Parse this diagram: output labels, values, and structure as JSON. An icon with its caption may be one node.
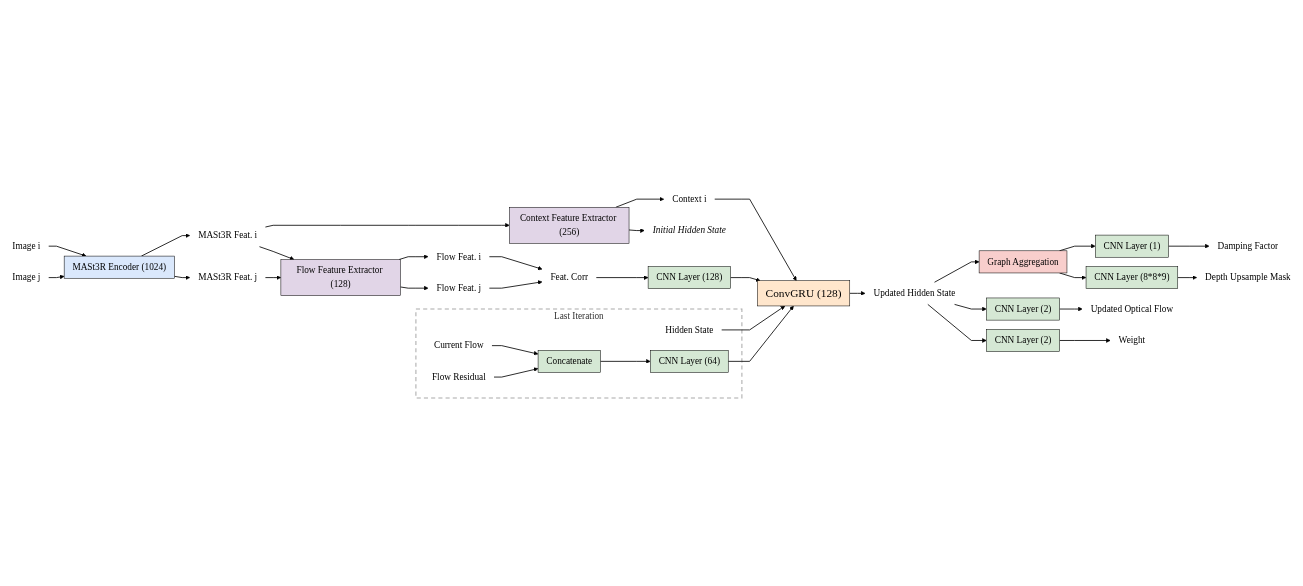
{
  "diagram": {
    "nodes": [
      {
        "text": [
          "Image i"
        ]
      },
      {
        "text": [
          "Image j"
        ]
      },
      {
        "text": [
          "MASt3R Encoder (1024)"
        ]
      },
      {
        "text": [
          "MASt3R Feat. i"
        ]
      },
      {
        "text": [
          "MASt3R Feat. j"
        ]
      },
      {
        "text": [
          "Context Feature Extractor (256)"
        ]
      },
      {
        "text": [
          "Flow Feature Extractor (128)"
        ]
      },
      {
        "text": [
          "Initial Hidden State"
        ]
      },
      {
        "text": [
          "Context i"
        ]
      },
      {
        "text": [
          "Flow Feat. i"
        ]
      },
      {
        "text": [
          "Flow Feat. j"
        ]
      },
      {
        "text": [
          "Feat. Corr"
        ]
      },
      {
        "text": [
          "CNN Layer (128)"
        ]
      },
      {
        "text": [
          "ConvGRU (128)"
        ]
      },
      {
        "text": [
          "Last Iteration"
        ]
      },
      {
        "text": [
          "Hidden State"
        ],
        "in": 14
      },
      {
        "text": [
          "Current Flow"
        ],
        "in": 14
      },
      {
        "text": [
          "Flow Residual"
        ],
        "in": 14
      },
      {
        "text": [
          "Concatenate"
        ],
        "in": 14
      },
      {
        "text": [
          "CNN Layer (64)"
        ],
        "in": 14
      },
      {
        "text": [
          "Updated Hidden State"
        ]
      },
      {
        "text": [
          "CNN Layer (2)"
        ]
      },
      {
        "text": [
          "CNN Layer (2)"
        ]
      },
      {
        "text": [
          "Graph Aggregation"
        ]
      },
      {
        "text": [
          "CNN Layer (1)"
        ]
      },
      {
        "text": [
          "CNN Layer (8*8*9)"
        ]
      },
      {
        "text": [
          "Updated Optical Flow"
        ]
      },
      {
        "text": [
          "Weight"
        ]
      },
      {
        "text": [
          "Damping Factor"
        ]
      },
      {
        "text": [
          "Depth Upsample Mask"
        ]
      }
    ],
    "edges": [
      {
        "from": 0,
        "to": 2,
        "arrow": "to"
      },
      {
        "from": 1,
        "to": 2,
        "arrow": "to"
      },
      {
        "from": 2,
        "to": 3,
        "arrow": "to"
      },
      {
        "from": 2,
        "to": 4,
        "arrow": "to"
      },
      {
        "from": 3,
        "to": 5,
        "arrow": "to"
      },
      {
        "from": 3,
        "to": 6,
        "arrow": "to"
      },
      {
        "from": 4,
        "to": 6,
        "arrow": "to"
      },
      {
        "from": 5,
        "to": 7,
        "arrow": "to"
      },
      {
        "from": 5,
        "to": 8,
        "arrow": "to"
      },
      {
        "from": 6,
        "to": 9,
        "arrow": "to"
      },
      {
        "from": 6,
        "to": 10,
        "arrow": "to"
      },
      {
        "from": 9,
        "to": 11,
        "arrow": "to"
      },
      {
        "from": 10,
        "to": 11,
        "arrow": "to"
      },
      {
        "from": 11,
        "to": 12,
        "arrow": "to"
      },
      {
        "from": 8,
        "to": 13,
        "arrow": "to"
      },
      {
        "from": 12,
        "to": 13,
        "arrow": "to"
      },
      {
        "from": 15,
        "to": 13,
        "arrow": "to"
      },
      {
        "from": 19,
        "to": 13,
        "arrow": "to"
      },
      {
        "from": 16,
        "to": 18,
        "arrow": "to"
      },
      {
        "from": 17,
        "to": 18,
        "arrow": "to"
      },
      {
        "from": 18,
        "to": 19,
        "arrow": "to"
      },
      {
        "from": 13,
        "to": 20,
        "arrow": "to"
      },
      {
        "from": 20,
        "to": 21,
        "arrow": "to"
      },
      {
        "from": 20,
        "to": 22,
        "arrow": "to"
      },
      {
        "from": 20,
        "to": 23,
        "arrow": "to"
      },
      {
        "from": 23,
        "to": 24,
        "arrow": "to"
      },
      {
        "from": 23,
        "to": 25,
        "arrow": "to"
      },
      {
        "from": 21,
        "to": 26,
        "arrow": "to"
      },
      {
        "from": 22,
        "to": 27,
        "arrow": "to"
      },
      {
        "from": 24,
        "to": 28,
        "arrow": "to"
      },
      {
        "from": 25,
        "to": 29,
        "arrow": "to"
      }
    ]
  }
}
